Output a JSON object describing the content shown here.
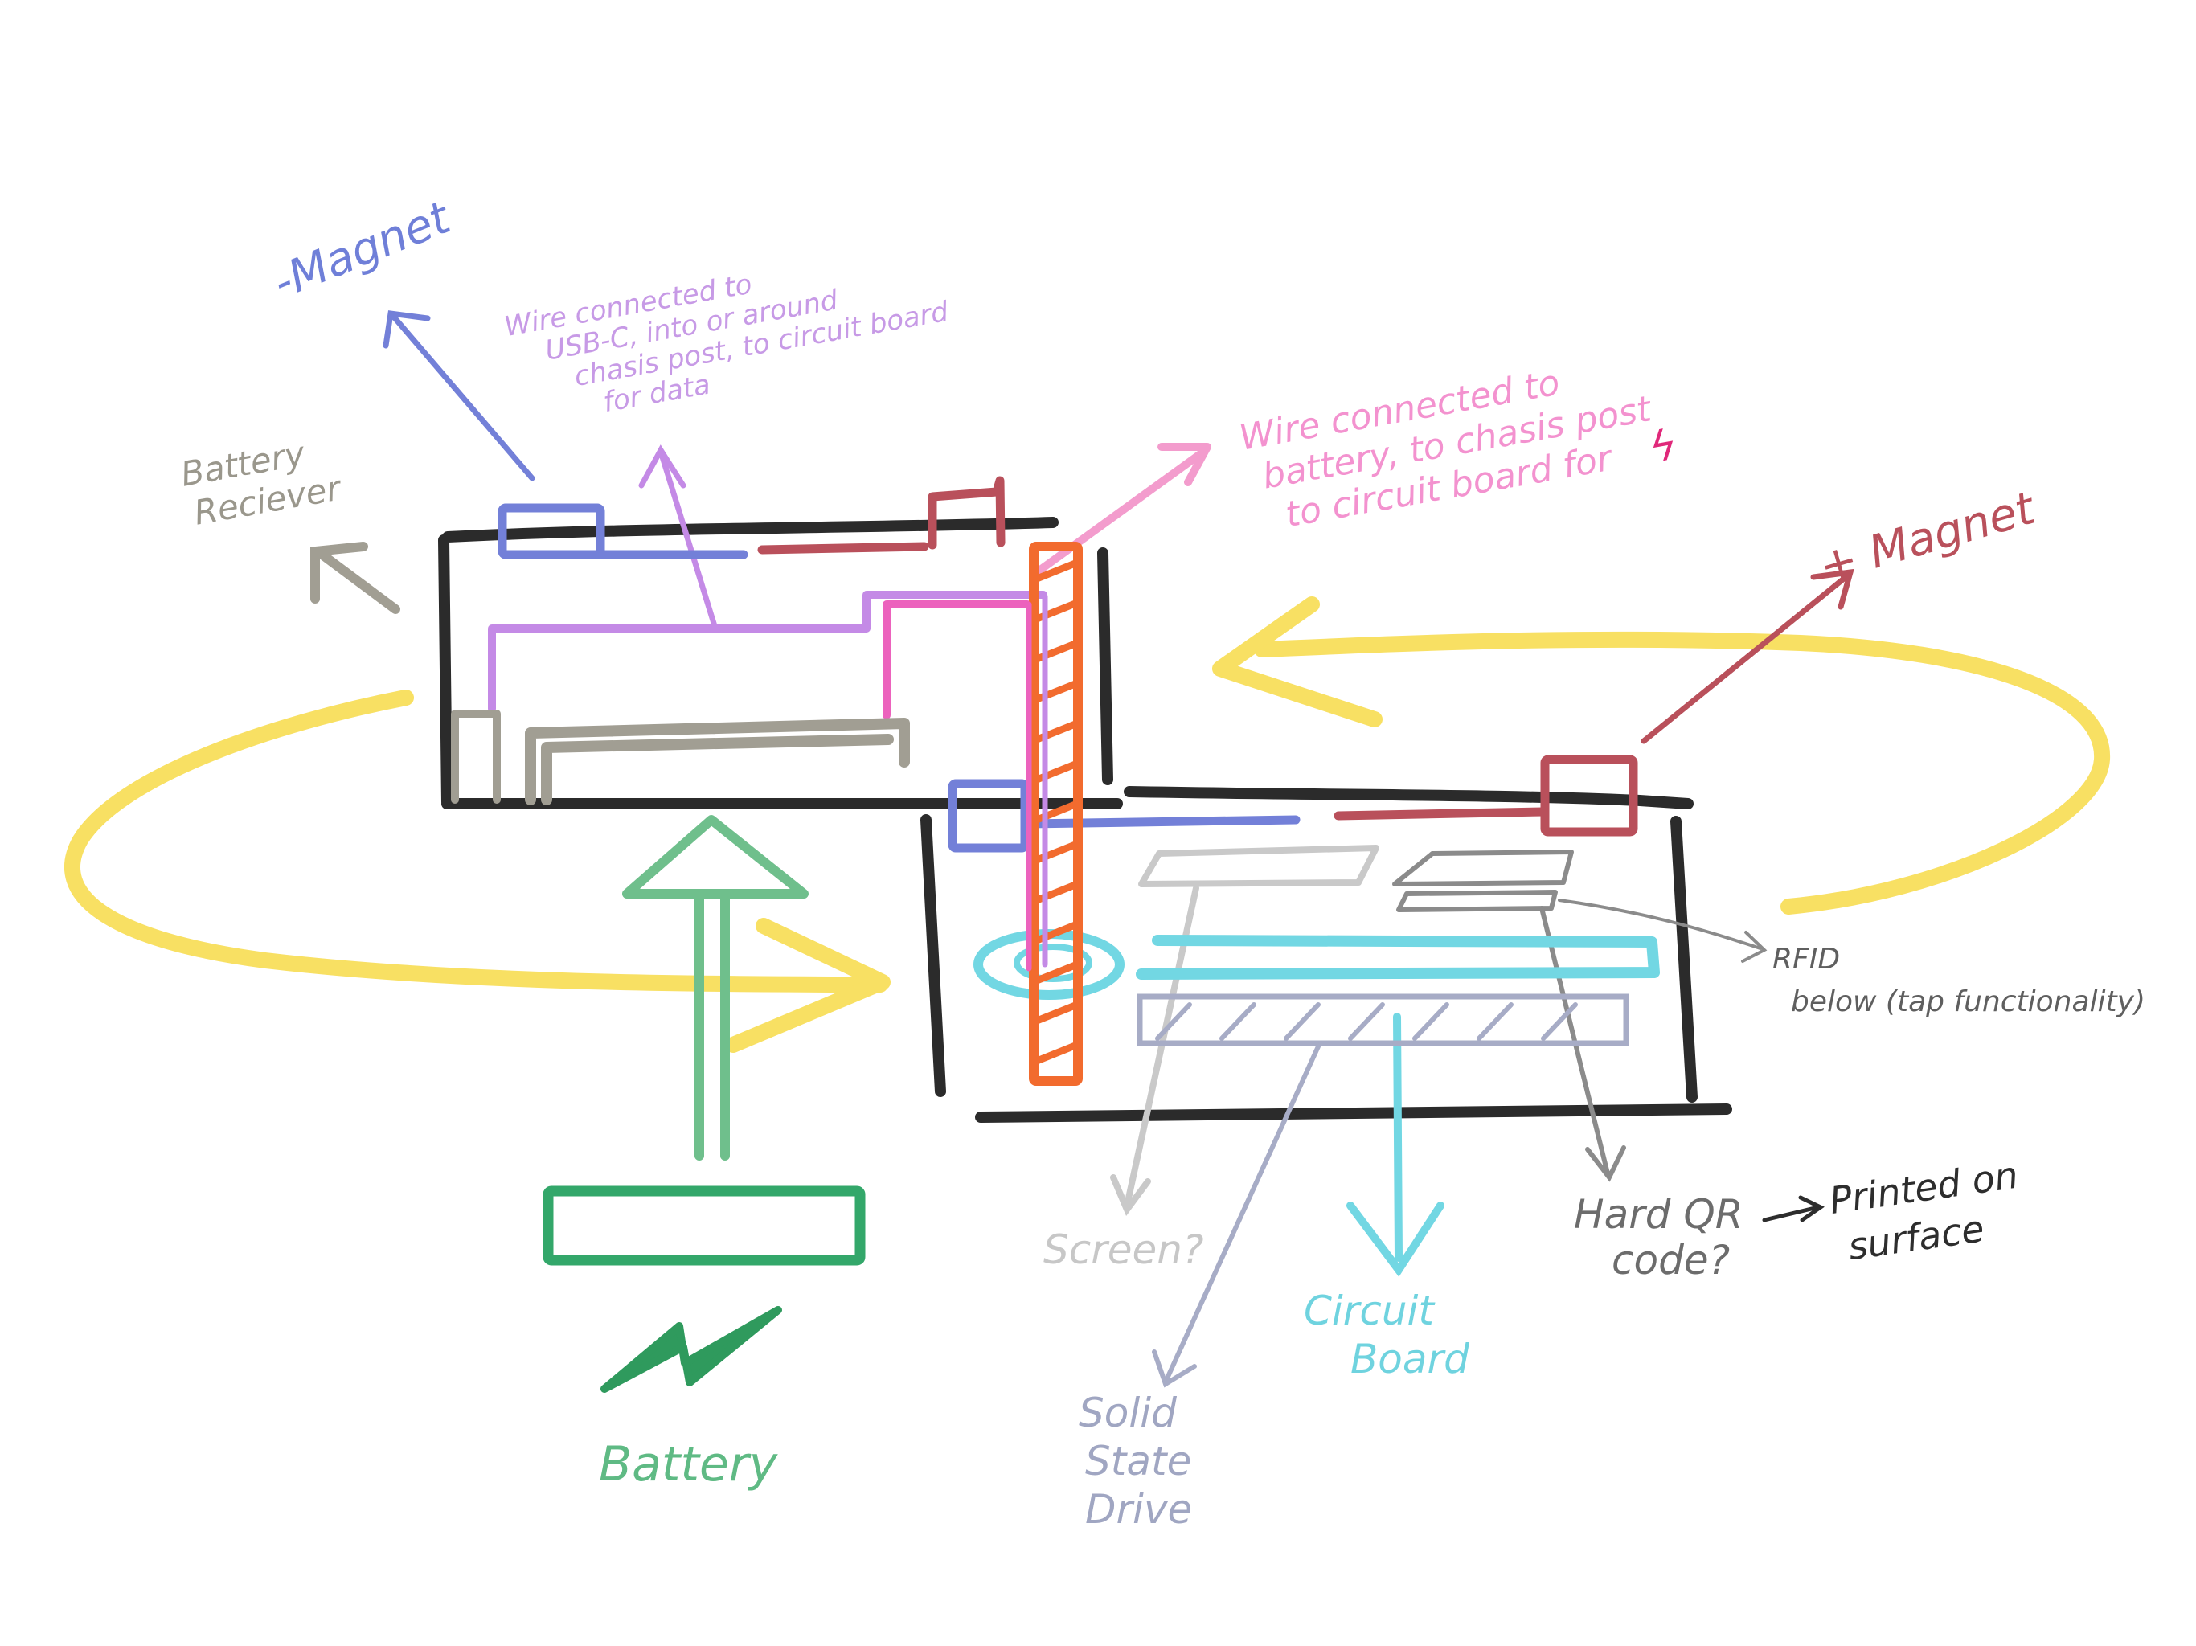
{
  "labels": {
    "neg_magnet": "-Magnet",
    "wire_usb_c": [
      "Wire connected to",
      "USB-C, into or around",
      "chasis post, to circuit board",
      "for data"
    ],
    "wire_battery": [
      "Wire connected to",
      "battery, to chasis post",
      "to circuit board for"
    ],
    "lightning_glyph": "ϟ",
    "pos_magnet": "+ Magnet",
    "battery_receiver": [
      "Battery",
      "Reciever"
    ],
    "rfid": [
      "RFID",
      "below (tap functionality)"
    ],
    "battery": "Battery",
    "screen": "Screen?",
    "ssd": [
      "Solid",
      "State",
      "Drive"
    ],
    "circuit_board": [
      "Circuit",
      "Board"
    ],
    "hard_qr": [
      "Hard QR",
      "code?"
    ],
    "printed": [
      "Printed on",
      "surface"
    ]
  },
  "colors": {
    "chassis": "#2b2b2b",
    "neg_magnet": "#7380d8",
    "pos_magnet": "#b9505b",
    "usb_wire": "#c48ae6",
    "power_wire": "#ec62bd",
    "chassis_post": "#f26b2e",
    "battery_receiver": "#a19e93",
    "rotation_arrow": "#f8e063",
    "battery": "#33a76a",
    "screen": "#c9c9c9",
    "ssd": "#a7acc6",
    "circuit_board": "#72d7e3",
    "qr": "#8b8b8b"
  },
  "icons": {
    "lightning": "lightning-bolt-icon"
  }
}
